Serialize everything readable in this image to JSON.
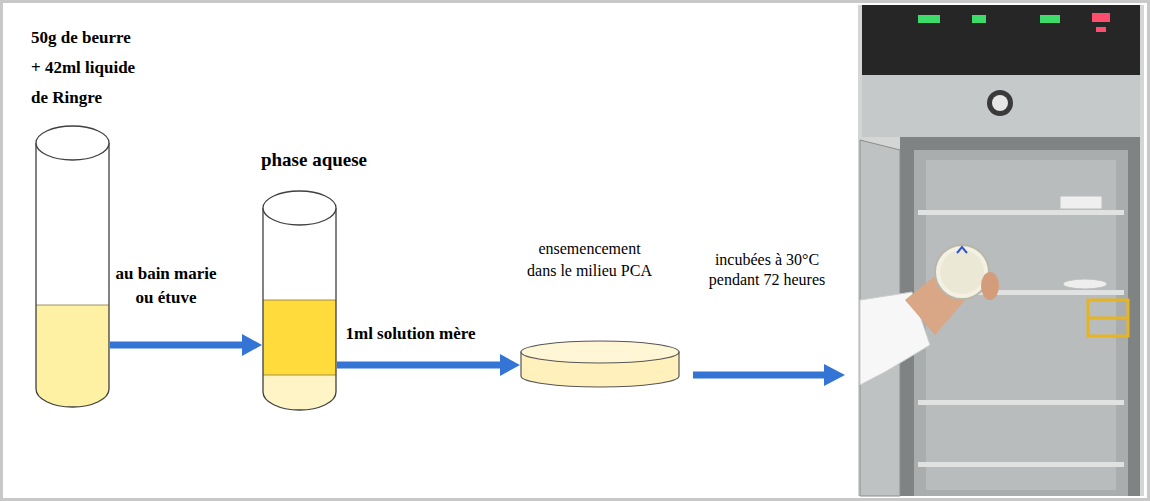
{
  "diagram": {
    "nodes": [
      {
        "text": [
          "50g de beurre + 42ml liquide de Ringre"
        ]
      },
      {
        "text": [
          "phase aquese"
        ]
      },
      {
        "text": [
          "ensemencement dans le milieu PCA"
        ]
      }
    ],
    "edges": [
      {
        "from": 0,
        "to": 1,
        "arrow": "to",
        "label": "au bain marie ou étuve"
      },
      {
        "from": 1,
        "to": 2,
        "arrow": "to",
        "label": "1ml solution mère"
      }
    ],
    "labels": [
      "incubées à 30°C pendant 72 heures"
    ]
  }
}
